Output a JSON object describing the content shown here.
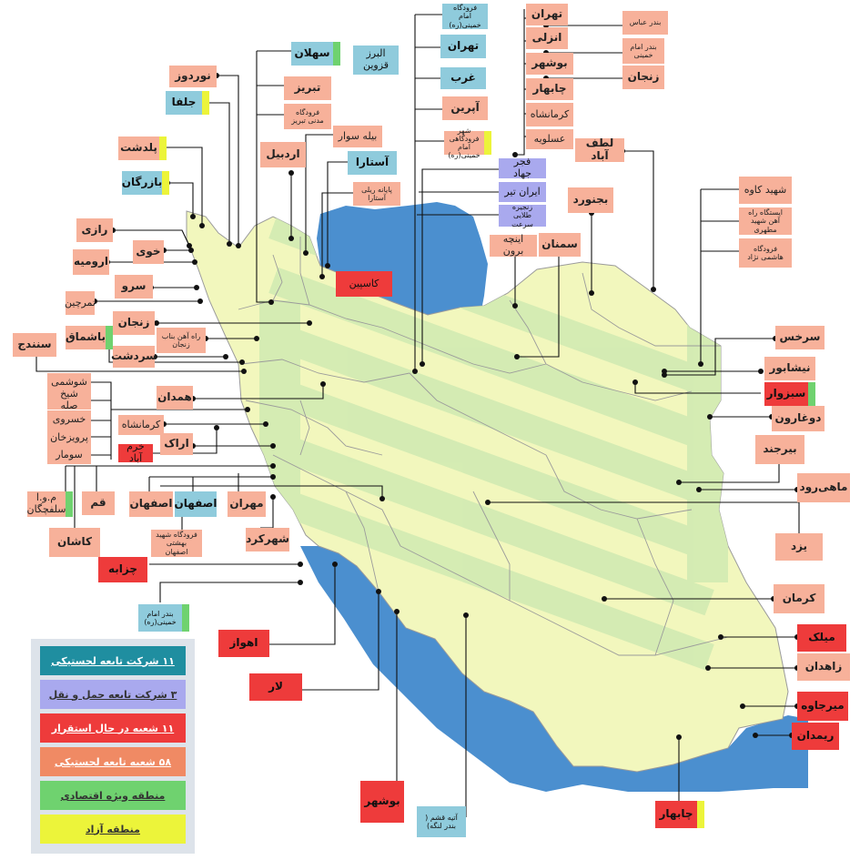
{
  "colors": {
    "sea": "#4b8fcf",
    "land": "#f2f7bd",
    "stripe": "#d3ebb3",
    "border": "#8c8c8c",
    "line": "#111111",
    "salmon": "#f7b19a",
    "red": "#ee3b3b",
    "blue": "#8fcbdc",
    "lavender": "#a9a9ee",
    "green": "#6fd26f",
    "yellow": "#ecf43a"
  },
  "sea_labels": {
    "caspian": "کاسپین"
  },
  "labels": {
    "tehran_r": "تهران",
    "anzali": "انزلی",
    "bushehr_r": "بوشهر",
    "chabahar_r": "چابهار",
    "kermanshah_r": "کرمانشاه",
    "asaluyeh": "عسلویه",
    "bandar_abbas": "بندر عباس",
    "bandar_imam": "بندر امام خمینی",
    "zanjan_r": "زنجان",
    "lotfabad": "لطف آباد",
    "fajr": "فجر جهاد",
    "iran_tir": "ایران تیر",
    "zanjire": "زنجیره طلایی سرعت",
    "imam_airport": "فرودگاه امام خمینی(ره)",
    "tehran_b": "تهران",
    "gharb": "غرب",
    "aprin": "آپرین",
    "imam_airport_city": "شهر فرودگاهی امام خمینی(ره)",
    "alborz": "البرز قزوین",
    "sahlan": "سهلان",
    "tabriz": "تبریز",
    "tabriz_airport": "فرودگاه مدنی تبریز",
    "nowrooz": "نوردوز",
    "jolfa": "جلفا",
    "pildasht": "پلدشت",
    "bazargan": "بازرگان",
    "ardabil": "اردبیل",
    "bilesavar": "بیله سوار",
    "astara": "آستارا",
    "astara_rail": "پایانه ریلی آستارا",
    "razi": "رازی",
    "khoy": "خوی",
    "urmia": "ارومیه",
    "sero": "سرو",
    "tamarchin": "تمرچین",
    "zanjan_w": "زنجان",
    "zanjan_rail": "راه آهن بناب زنجان",
    "bashmaq": "باشماق",
    "sardasht": "سردشت",
    "sanandaj": "سنندج",
    "hamedan": "همدان",
    "shushmi": "شوشمی",
    "sheikh_saleh": "شیخ صله",
    "khosravi": "خسروی",
    "parvizkhan": "پرویزخان",
    "somar": "سومار",
    "kermanshah_w": "کرمانشاه",
    "arak": "اراک",
    "khorramabad": "خرم آباد",
    "salafchegan": "م.و.ا سلفچگان",
    "qom": "قم",
    "isfahan_s": "اصفهان",
    "isfahan_b": "اصفهان",
    "mehran": "مهران",
    "kashan": "کاشان",
    "isfahan_airport": "فرودگاه شهید بهشتی اصفهان",
    "shahrekord": "شهرکرد",
    "chazabeh": "چزابه",
    "bandar_imam_s": "بندر امام خمینی(ره)",
    "ahvaz": "اهواز",
    "lar": "لار",
    "bushehr_s": "بوشهر",
    "qeshm": "آتیه قشم ( بندر لنگه)",
    "chabahar_s": "چابهار",
    "bojnourd": "بجنورد",
    "semnan": "سمنان",
    "incheh": "اینچه برون",
    "shahid_kaveh": "شهید کاوه",
    "motahari_rail": "ایستگاه راه آهن شهید مطهری",
    "hashemi_airport": "فرودگاه هاشمی نژاد",
    "sarakhs": "سرخس",
    "neyshabur": "نیشابور",
    "sabzevar": "سبزوار",
    "dogharoun": "دوغارون",
    "birjand": "بیرجند",
    "mahirud": "ماهی‌رود",
    "yazd": "یزد",
    "kerman": "کرمان",
    "milak": "میلک",
    "zahedan": "زاهدان",
    "mirjaveh": "میرجاوه",
    "rimdan": "ریمدان"
  },
  "legend": [
    {
      "text": "۱۱ شرکت تابعه لجستیکی",
      "color": "#1f8ea0"
    },
    {
      "text": "۳ شرکت تابعه حمل و نقل",
      "color": "#a9a9ee"
    },
    {
      "text": "۱۱ شعبه در حال استقرار",
      "color": "#ee3b3b"
    },
    {
      "text": "۵۸ شعبه تابعه لجستیکی",
      "color": "#f08a64"
    },
    {
      "text": "منطقه ویژه اقتصادی",
      "color": "#6fd26f"
    },
    {
      "text": "منطقه آزاد",
      "color": "#ecf43a"
    }
  ]
}
